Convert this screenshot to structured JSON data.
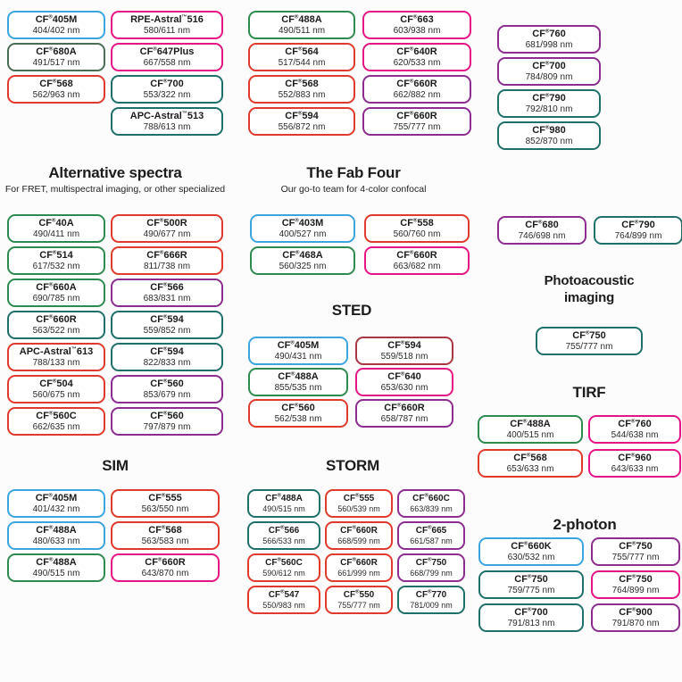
{
  "headers": {
    "alt": {
      "title": "Alternative spectra",
      "subtitle": "For FRET, multispectral imaging, or other specialized"
    },
    "fab": {
      "title": "The Fab Four",
      "subtitle": "Our go-to team for 4-color confocal"
    },
    "photo": {
      "title": "Photoacoustic imaging"
    },
    "sted": {
      "title": "STED"
    },
    "tirf": {
      "title": "TIRF"
    },
    "sim": {
      "title": "SIM"
    },
    "storm": {
      "title": "STORM"
    },
    "twophoton": {
      "title": "2-photon"
    }
  },
  "palette": {
    "blue": "#3da5dd",
    "green": "#2e8b50",
    "darkgreen": "#4a6b55",
    "teal": "#20706a",
    "red": "#e03a2c",
    "maroon": "#a83743",
    "pink": "#e61585",
    "purple": "#8c2d90"
  },
  "sections": {
    "top_a": {
      "col1": [
        {
          "name": "CF®405M",
          "value": "404/402 nm",
          "color": "#3da5dd"
        },
        {
          "name": "CF®680A",
          "value": "491/517 nm",
          "color": "#4a6b55"
        },
        {
          "name": "CF®568",
          "value": "562/963 nm",
          "color": "#e03a2c"
        }
      ],
      "col2": [
        {
          "name": "RPE-Astral™516",
          "value": "580/611 nm",
          "color": "#e61585"
        },
        {
          "name": "CF®647Plus",
          "value": "667/558 nm",
          "color": "#e61585"
        },
        {
          "name": "CF®700",
          "value": "553/322 nm",
          "color": "#20706a"
        },
        {
          "name": "APC-Astral™513",
          "value": "788/613 nm",
          "color": "#20706a"
        }
      ]
    },
    "top_b": {
      "col1": [
        {
          "name": "CF®488A",
          "value": "490/511 nm",
          "color": "#2e8b50"
        },
        {
          "name": "CF®564",
          "value": "517/544 nm",
          "color": "#e03a2c"
        },
        {
          "name": "CF®568",
          "value": "552/883 nm",
          "color": "#e03a2c"
        },
        {
          "name": "CF®594",
          "value": "556/872 nm",
          "color": "#e03a2c"
        }
      ],
      "col2": [
        {
          "name": "CF®663",
          "value": "603/938 nm",
          "color": "#e61585"
        },
        {
          "name": "CF®640R",
          "value": "620/533 nm",
          "color": "#e61585"
        },
        {
          "name": "CF®660R",
          "value": "662/882 nm",
          "color": "#8c2d90"
        },
        {
          "name": "CF®660R",
          "value": "755/777 nm",
          "color": "#8c2d90"
        }
      ]
    },
    "top_c": {
      "col1": [
        {
          "name": "CF®760",
          "value": "681/998 nm",
          "color": "#8c2d90"
        },
        {
          "name": "CF®700",
          "value": "784/809 nm",
          "color": "#8c2d90"
        },
        {
          "name": "CF®790",
          "value": "792/810 nm",
          "color": "#20706a"
        },
        {
          "name": "CF®980",
          "value": "852/870 nm",
          "color": "#20706a"
        }
      ]
    },
    "alt": {
      "col1": [
        {
          "name": "CF®40A",
          "value": "490/411 nm",
          "color": "#2e8b50"
        },
        {
          "name": "CF®514",
          "value": "617/532 nm",
          "color": "#2e8b50"
        },
        {
          "name": "CF®660A",
          "value": "690/785 nm",
          "color": "#2e8b50"
        },
        {
          "name": "CF®660R",
          "value": "563/522 nm",
          "color": "#20706a"
        },
        {
          "name": "APC-Astral™613",
          "value": "788/133 nm",
          "color": "#e03a2c"
        },
        {
          "name": "CF®504",
          "value": "560/675 nm",
          "color": "#e03a2c"
        },
        {
          "name": "CF®560C",
          "value": "662/635 nm",
          "color": "#e03a2c"
        }
      ],
      "col2": [
        {
          "name": "CF®500R",
          "value": "490/677 nm",
          "color": "#e03a2c"
        },
        {
          "name": "CF®666R",
          "value": "811/738 nm",
          "color": "#e03a2c"
        },
        {
          "name": "CF®566",
          "value": "683/831 nm",
          "color": "#8c2d90"
        },
        {
          "name": "CF®594",
          "value": "559/852 nm",
          "color": "#20706a"
        },
        {
          "name": "CF®594",
          "value": "822/833 nm",
          "color": "#20706a"
        },
        {
          "name": "CF®560",
          "value": "853/679 nm",
          "color": "#8c2d90"
        },
        {
          "name": "CF®560",
          "value": "797/879 nm",
          "color": "#8c2d90"
        }
      ]
    },
    "fab": {
      "col1": [
        {
          "name": "CF®403M",
          "value": "400/527 nm",
          "color": "#3da5dd"
        },
        {
          "name": "CF®468A",
          "value": "560/325 nm",
          "color": "#2e8b50"
        }
      ],
      "col2": [
        {
          "name": "CF®558",
          "value": "560/760 nm",
          "color": "#e03a2c"
        },
        {
          "name": "CF®660R",
          "value": "663/682 nm",
          "color": "#e61585"
        }
      ]
    },
    "pair": {
      "col1": [
        {
          "name": "CF®680",
          "value": "746/698 nm",
          "color": "#8c2d90"
        }
      ],
      "col2": [
        {
          "name": "CF®790",
          "value": "764/899 nm",
          "color": "#20706a"
        }
      ]
    },
    "photo": {
      "col1": [
        {
          "name": "CF®750",
          "value": "755/777 nm",
          "color": "#20706a"
        }
      ]
    },
    "sted": {
      "col1": [
        {
          "name": "CF®405M",
          "value": "490/431 nm",
          "color": "#3da5dd"
        },
        {
          "name": "CF®488A",
          "value": "855/535 nm",
          "color": "#2e8b50"
        },
        {
          "name": "CF®560",
          "value": "562/538 nm",
          "color": "#e03a2c"
        }
      ],
      "col2": [
        {
          "name": "CF®594",
          "value": "559/518 nm",
          "color": "#a83743"
        },
        {
          "name": "CF®640",
          "value": "653/630 nm",
          "color": "#e61585"
        },
        {
          "name": "CF®660R",
          "value": "658/787 nm",
          "color": "#8c2d90"
        }
      ]
    },
    "tirf": {
      "col1": [
        {
          "name": "CF®488A",
          "value": "400/515 nm",
          "color": "#2e8b50"
        },
        {
          "name": "CF®568",
          "value": "653/633 nm",
          "color": "#e03a2c"
        }
      ],
      "col2": [
        {
          "name": "CF®760",
          "value": "544/638 nm",
          "color": "#e61585"
        },
        {
          "name": "CF®960",
          "value": "643/633 nm",
          "color": "#e61585"
        }
      ]
    },
    "sim": {
      "col1": [
        {
          "name": "CF®405M",
          "value": "401/432 nm",
          "color": "#3da5dd"
        },
        {
          "name": "CF®488A",
          "value": "480/633 nm",
          "color": "#3da5dd"
        },
        {
          "name": "CF®488A",
          "value": "490/515 nm",
          "color": "#2e8b50"
        }
      ],
      "col2": [
        {
          "name": "CF®555",
          "value": "563/550 nm",
          "color": "#e03a2c"
        },
        {
          "name": "CF®568",
          "value": "563/583 nm",
          "color": "#e03a2c"
        },
        {
          "name": "CF®660R",
          "value": "643/870 nm",
          "color": "#e61585"
        }
      ]
    },
    "storm": {
      "col1": [
        {
          "name": "CF®488A",
          "value": "490/515 nm",
          "color": "#20706a"
        },
        {
          "name": "CF®566",
          "value": "566/533 nm",
          "color": "#20706a"
        },
        {
          "name": "CF®560C",
          "value": "590/612 nm",
          "color": "#e03a2c"
        },
        {
          "name": "CF®547",
          "value": "550/983 nm",
          "color": "#e03a2c"
        }
      ],
      "col2": [
        {
          "name": "CF®555",
          "value": "560/539 nm",
          "color": "#e03a2c"
        },
        {
          "name": "CF®660R",
          "value": "668/599 nm",
          "color": "#e03a2c"
        },
        {
          "name": "CF®660R",
          "value": "661/999 nm",
          "color": "#e03a2c"
        },
        {
          "name": "CF®550",
          "value": "755/777 nm",
          "color": "#e03a2c"
        }
      ],
      "col3": [
        {
          "name": "CF®660C",
          "value": "663/839 nm",
          "color": "#8c2d90"
        },
        {
          "name": "CF®665",
          "value": "661/587 nm",
          "color": "#8c2d90"
        },
        {
          "name": "CF®750",
          "value": "668/799 nm",
          "color": "#8c2d90"
        },
        {
          "name": "CF®770",
          "value": "781/009 nm",
          "color": "#20706a"
        }
      ]
    },
    "twophoton": {
      "col1": [
        {
          "name": "CF®660K",
          "value": "630/532 nm",
          "color": "#3da5dd"
        },
        {
          "name": "CF®750",
          "value": "759/775 nm",
          "color": "#20706a"
        },
        {
          "name": "CF®700",
          "value": "791/813 nm",
          "color": "#20706a"
        }
      ],
      "col2": [
        {
          "name": "CF®750",
          "value": "755/777 nm",
          "color": "#8c2d90"
        },
        {
          "name": "CF®750",
          "value": "764/899 nm",
          "color": "#e61585"
        },
        {
          "name": "CF®900",
          "value": "791/870 nm",
          "color": "#8c2d90"
        }
      ]
    }
  }
}
